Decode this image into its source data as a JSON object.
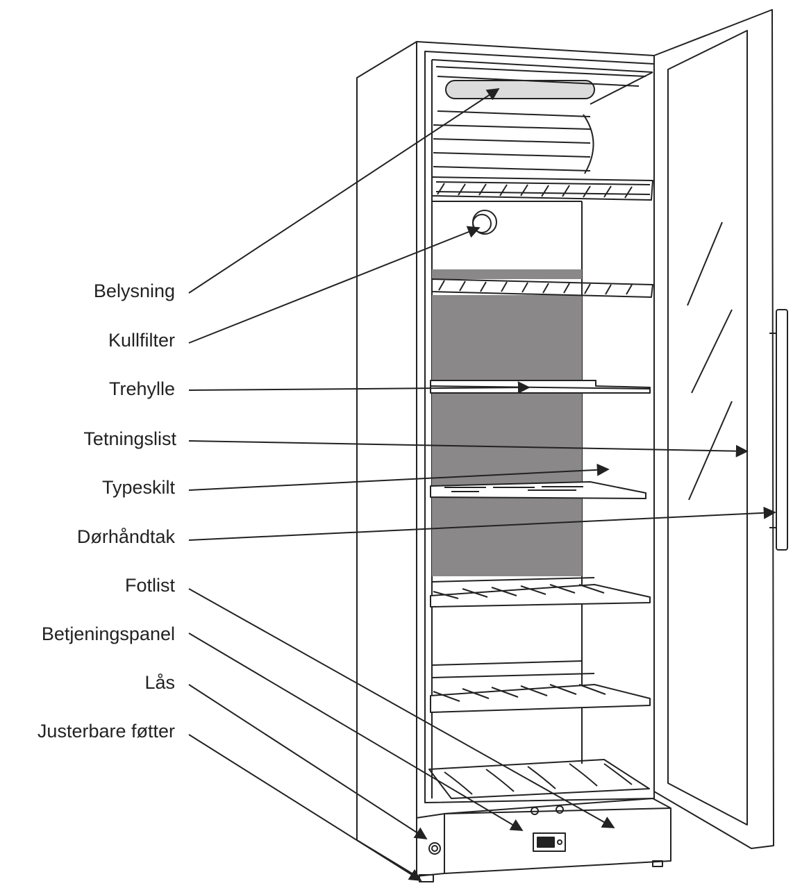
{
  "diagram": {
    "labels": [
      {
        "id": "belysning",
        "text": "Belysning"
      },
      {
        "id": "kullfilter",
        "text": "Kullfilter"
      },
      {
        "id": "trehylle",
        "text": "Trehylle"
      },
      {
        "id": "tetningslist",
        "text": "Tetningslist"
      },
      {
        "id": "typeskilt",
        "text": "Typeskilt"
      },
      {
        "id": "dorhandtak",
        "text": "Dørhåndtak"
      },
      {
        "id": "fotlist",
        "text": "Fotlist"
      },
      {
        "id": "betjeningspanel",
        "text": "Betjeningspanel"
      },
      {
        "id": "las",
        "text": "Lås"
      },
      {
        "id": "justerbare-fotter",
        "text": "Justerbare føtter"
      }
    ],
    "colors": {
      "line": "#222222",
      "back_panel": "#8a8889",
      "background": "#ffffff"
    }
  }
}
